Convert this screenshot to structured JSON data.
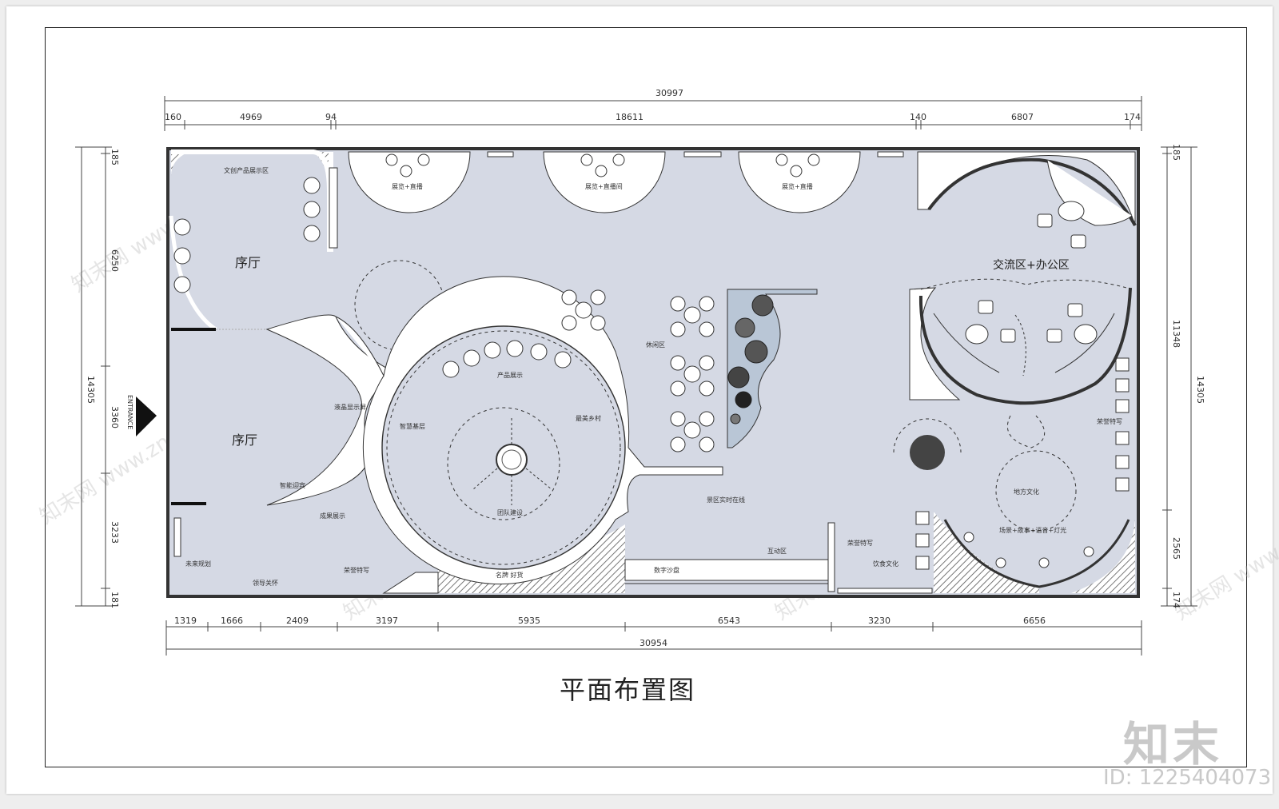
{
  "caption": "平面布置图",
  "brand": "知末",
  "image_id": "ID: 1225404073",
  "watermark": "知末网 www.znzmo.com",
  "entrance": "ENTRANCE",
  "rooms": {
    "foyer_top": "序厅",
    "foyer_bottom": "序厅",
    "office": "交流区+办公区"
  },
  "labels": {
    "cultural_display": "文创产品展示区",
    "exhibit_live_1": "展览+直播",
    "exhibit_live_2": "展览+直播间",
    "exhibit_live_3": "展览+直播",
    "product_display": "产品展示",
    "smart_base": "智慧基层",
    "beauty_village": "最美乡村",
    "lcd_screen": "液晶显示屏",
    "smart_guide": "智能迎宾",
    "results_display": "成果展示",
    "future_plan": "未来规划",
    "leader_care": "领导关怀",
    "honor_wall": "荣誉特写",
    "team_building": "团队建设",
    "brand_story": "名牌 好货",
    "rest_area": "休闲区",
    "live_sales": "景区实时在线",
    "digital_sandbox": "数字沙盘",
    "interactive_area": "互动区",
    "honor_wall_2": "荣誉特写",
    "food_culture": "饮食文化",
    "local_culture": "地方文化",
    "scene_story": "场景+故事+语音+灯光",
    "honor_right": "荣誉特写"
  },
  "dimensions": {
    "top_total": "30997",
    "top_segments": [
      "160",
      "4969",
      "94",
      "18611",
      "140",
      "6807",
      "174"
    ],
    "bottom_segments": [
      "1319",
      "1666",
      "2409",
      "3197",
      "5935",
      "6543",
      "3230",
      "6656"
    ],
    "bottom_total": "30954",
    "left_total": "14305",
    "left_segments": [
      "185",
      "6250",
      "3360",
      "3233",
      "181"
    ],
    "right_total": "14305",
    "right_segments": [
      "185",
      "11348",
      "2565",
      "174"
    ]
  }
}
